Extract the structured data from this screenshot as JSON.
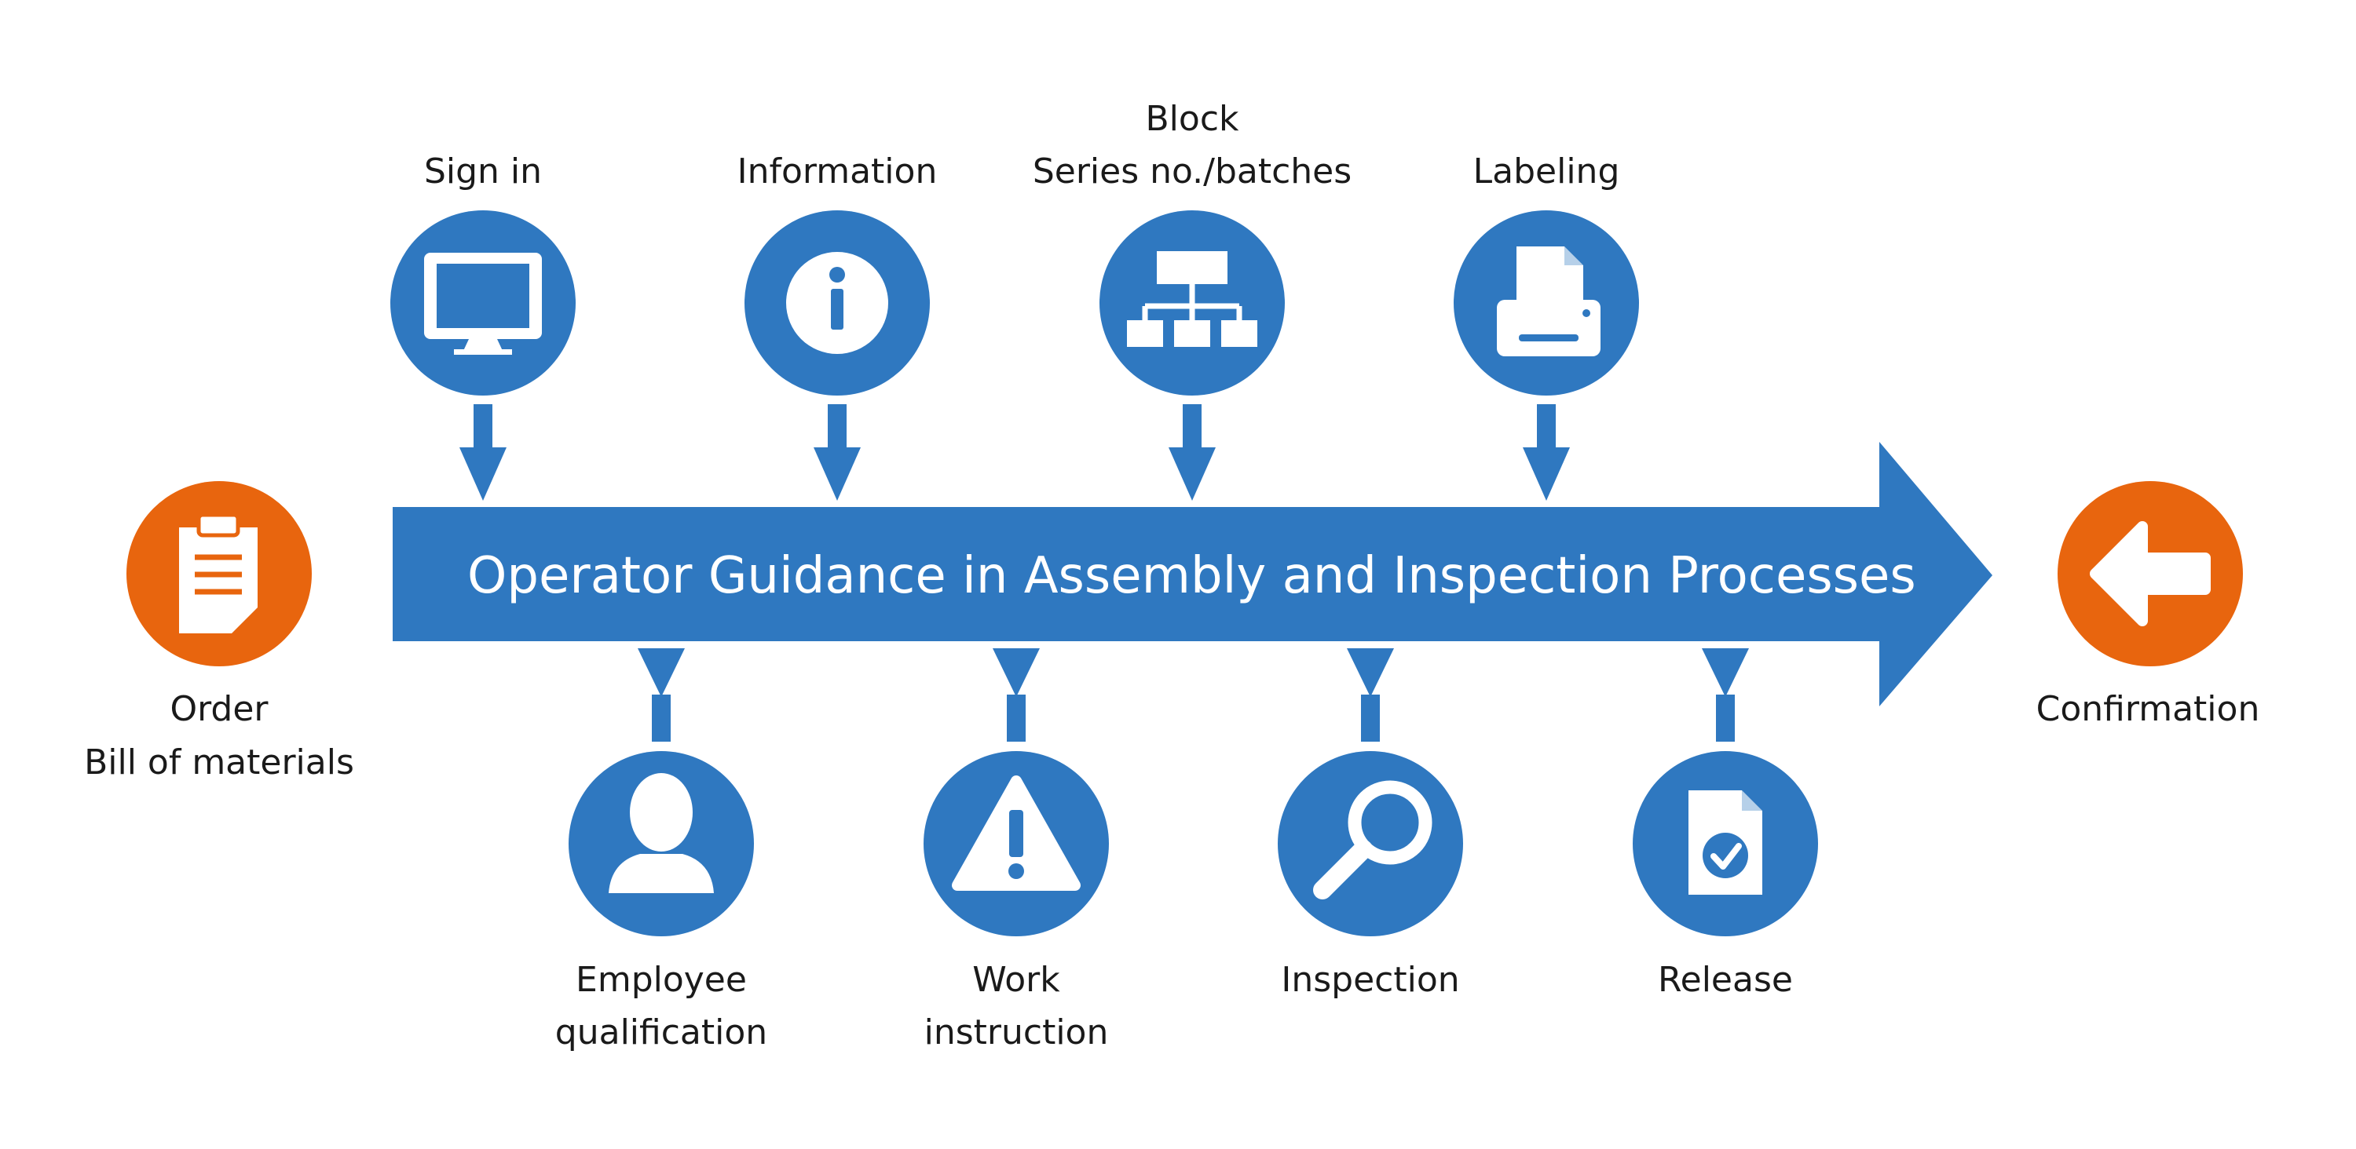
{
  "title": "Operator Guidance in Assembly and Inspection Processes",
  "colors": {
    "blue": "#2f78c0",
    "orange": "#e8650e",
    "text": "#1a1a1a",
    "white": "#ffffff"
  },
  "start": {
    "line1": "Order",
    "line2": "Bill of materials",
    "icon": "clipboard-icon"
  },
  "end": {
    "label": "Confirmation",
    "icon": "arrow-left-icon"
  },
  "top": [
    {
      "line1": "",
      "line2": "Sign in",
      "icon": "monitor-icon"
    },
    {
      "line1": "",
      "line2": "Information",
      "icon": "info-icon"
    },
    {
      "line1": "Block",
      "line2": "Series no./batches",
      "icon": "hierarchy-icon"
    },
    {
      "line1": "",
      "line2": "Labeling",
      "icon": "printer-icon"
    }
  ],
  "bottom": [
    {
      "line1": "Employee",
      "line2": "qualification",
      "icon": "person-icon"
    },
    {
      "line1": "Work",
      "line2": "instruction",
      "icon": "warning-icon"
    },
    {
      "line1": "Inspection",
      "line2": "",
      "icon": "magnifier-icon"
    },
    {
      "line1": "Release",
      "line2": "",
      "icon": "document-check-icon"
    }
  ]
}
